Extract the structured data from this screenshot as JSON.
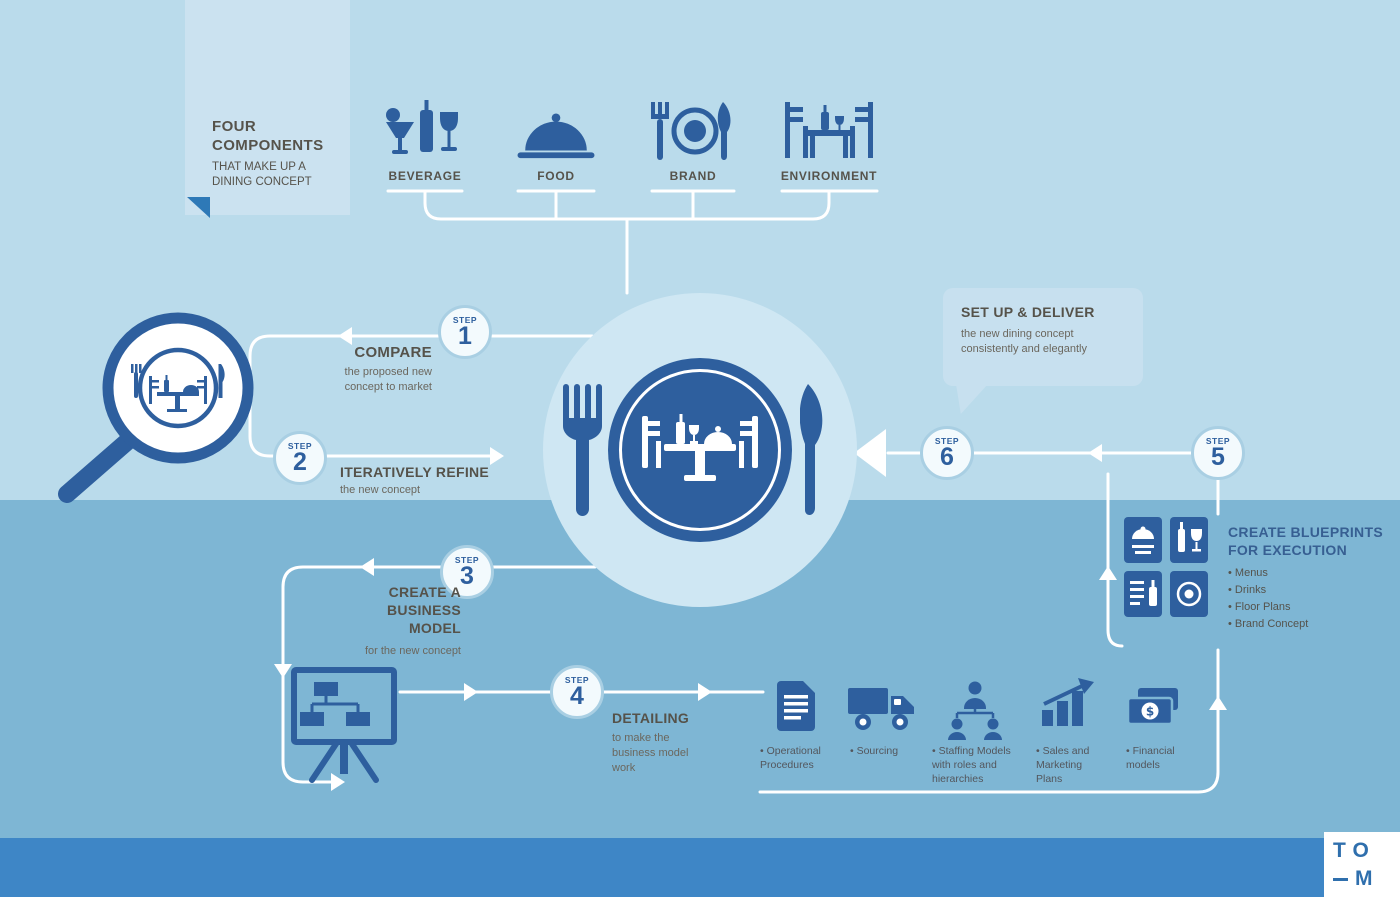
{
  "colors": {
    "background_top": "#badbeb",
    "background_bottom": "#7eb6d4",
    "band": "#3e86c6",
    "accent_blue": "#2e5f9e",
    "heading_gray": "#55524a",
    "panel": "#cbe2f0"
  },
  "components_panel": {
    "title": "FOUR COMPONENTS",
    "subtitle": "THAT MAKE UP A DINING CONCEPT"
  },
  "components": [
    {
      "label": "BEVERAGE"
    },
    {
      "label": "FOOD"
    },
    {
      "label": "BRAND"
    },
    {
      "label": "ENVIRONMENT"
    }
  ],
  "steps": [
    {
      "label": "STEP",
      "number": "1",
      "title": "COMPARE",
      "description": "the proposed new concept to market"
    },
    {
      "label": "STEP",
      "number": "2",
      "title": "ITERATIVELY REFINE",
      "description": "the new concept"
    },
    {
      "label": "STEP",
      "number": "3",
      "title": "CREATE A BUSINESS MODEL",
      "description": "for the new concept"
    },
    {
      "label": "STEP",
      "number": "4",
      "title": "DETAILING",
      "description": "to make the business model work"
    },
    {
      "label": "STEP",
      "number": "5",
      "title": "CREATE BLUEPRINTS FOR EXECUTION",
      "bullets": [
        "• Menus",
        "• Drinks",
        "• Floor Plans",
        "• Brand Concept"
      ]
    },
    {
      "label": "STEP",
      "number": "6",
      "title": "SET UP & DELIVER",
      "description": "the new dining concept consistently and elegantly"
    }
  ],
  "detailing_items": [
    {
      "icon": "document-icon",
      "label": "• Operational Procedures"
    },
    {
      "icon": "truck-icon",
      "label": "• Sourcing"
    },
    {
      "icon": "org-chart-icon",
      "label": "• Staffing Models with roles and hierarchies"
    },
    {
      "icon": "growth-chart-icon",
      "label": "• Sales and Marketing Plans"
    },
    {
      "icon": "money-icon",
      "label": "• Financial models"
    }
  ],
  "logo": {
    "top": "TO",
    "bottom": "M"
  }
}
